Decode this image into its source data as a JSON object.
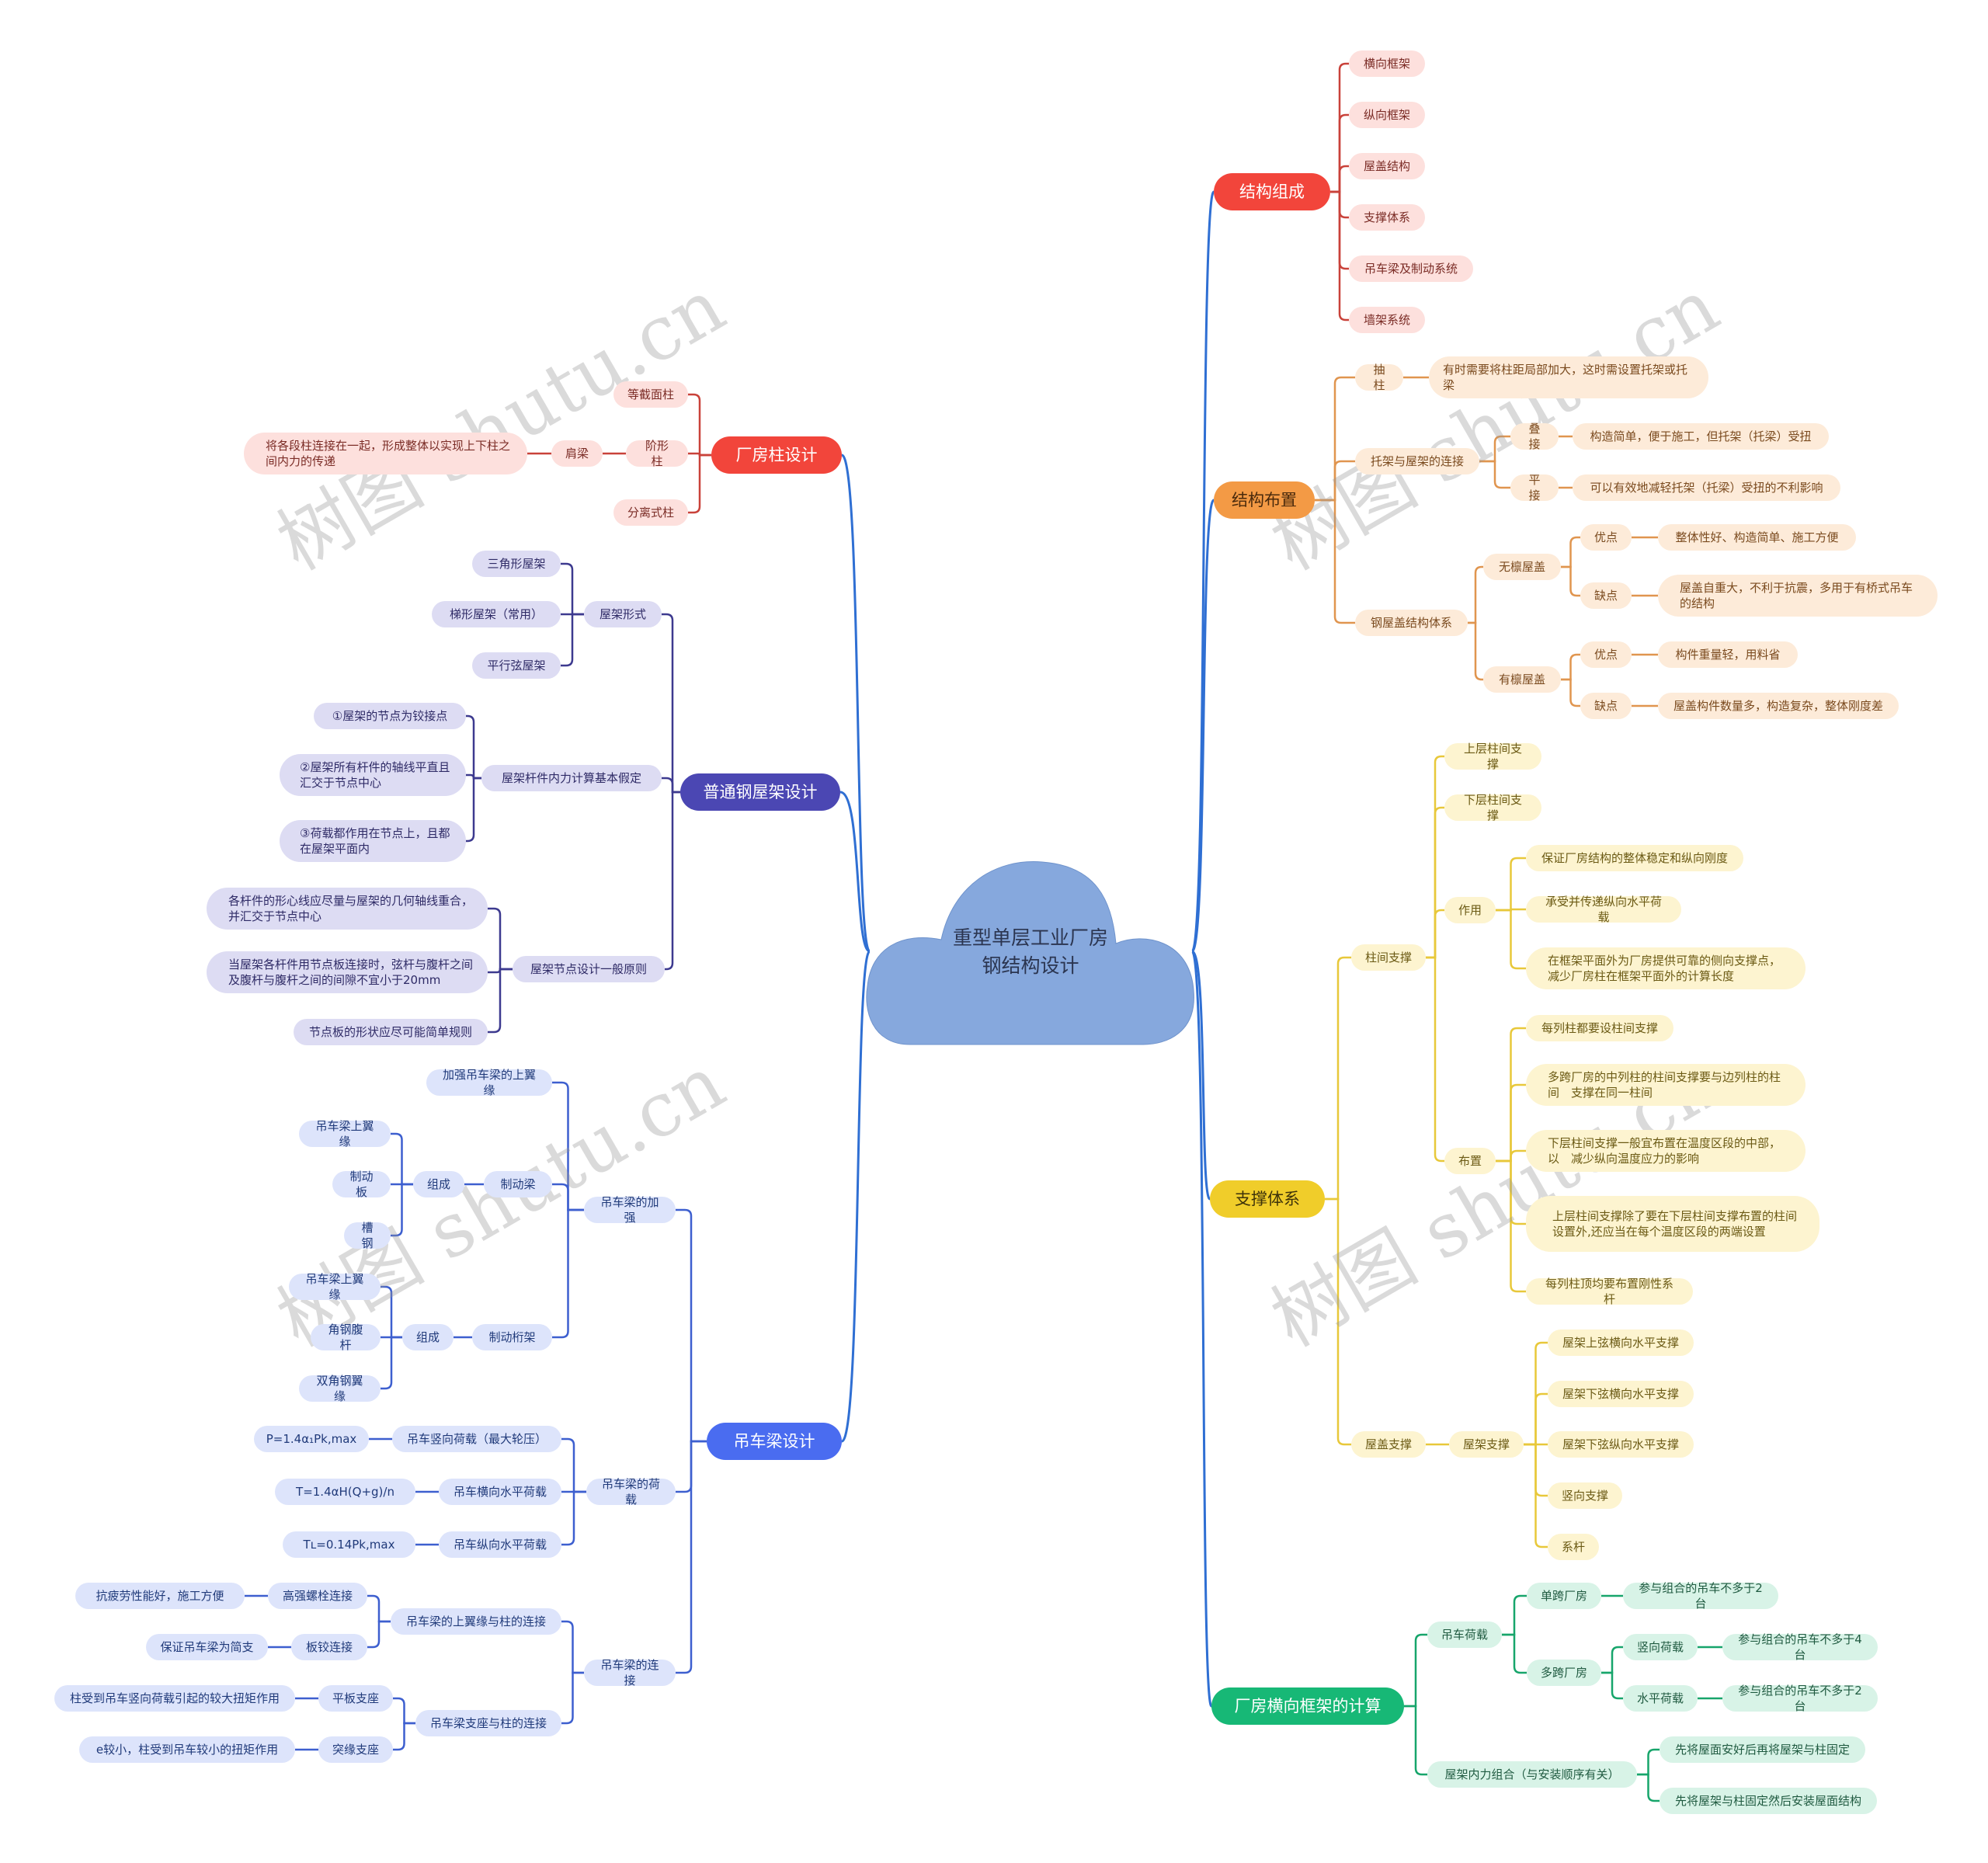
{
  "root": {
    "title": "重型单层工业厂房\n钢结构设计"
  },
  "colors": {
    "root_fill": "#86a8dd",
    "trunk": "#2f6fd3",
    "red": "#f2453b",
    "orange": "#f39a45",
    "yellow": "#f0cd2a",
    "green": "#17b876",
    "indigo": "#4b47b3",
    "blue": "#4a6cf0"
  },
  "watermark": "树图 shutu.cn",
  "branches": {
    "jiegou_zucheng": {
      "label": "结构组成",
      "children": [
        "横向框架",
        "纵向框架",
        "屋盖结构",
        "支撑体系",
        "吊车梁及制动系统",
        "墙架系统"
      ]
    },
    "jiegou_buzhi": {
      "label": "结构布置",
      "chouzhu": {
        "label": "抽柱",
        "desc": "有时需要将柱距局部加大，这时需设置托架或托梁"
      },
      "tuojia": {
        "label": "托架与屋架的连接",
        "diejie": {
          "label": "叠接",
          "desc": "构造简单，便于施工，但托架（托梁）受扭"
        },
        "pingjie": {
          "label": "平接",
          "desc": "可以有效地减轻托架（托梁）受扭的不利影响"
        }
      },
      "gangwugai": {
        "label": "钢屋盖结构体系",
        "wulin": {
          "label": "无檩屋盖",
          "pro_label": "优点",
          "pro": "整体性好、构造简单、施工方便",
          "con_label": "缺点",
          "con": "屋盖自重大，不利于抗震，多用于有桥式吊车的结构"
        },
        "youlin": {
          "label": "有檩屋盖",
          "pro_label": "优点",
          "pro": "构件重量轻，用料省",
          "con_label": "缺点",
          "con": "屋盖构件数量多，构造复杂，整体刚度差"
        }
      }
    },
    "zhicheng": {
      "label": "支撑体系",
      "zhujian": {
        "label": "柱间支撑",
        "upper": "上层柱间支撑",
        "lower": "下层柱间支撑",
        "zuoyong": {
          "label": "作用",
          "items": [
            "保证厂房结构的整体稳定和纵向刚度",
            "承受并传递纵向水平荷载",
            "在框架平面外为厂房提供可靠的侧向支撑点，减少厂房柱在框架平面外的计算长度"
          ]
        },
        "buzhi": {
          "label": "布置",
          "items": [
            "每列柱都要设柱间支撑",
            "多跨厂房的中列柱的柱间支撑要与边列柱的柱间　支撑在同一柱间",
            "下层柱间支撑一般宜布置在温度区段的中部，以　减少纵向温度应力的影响",
            "上层柱间支撑除了要在下层柱间支撑布置的柱间　设置外,还应当在每个温度区段的两端设置",
            "每列柱顶均要布置刚性系杆"
          ]
        }
      },
      "wugai": {
        "label": "屋盖支撑",
        "wujia": {
          "label": "屋架支撑",
          "items": [
            "屋架上弦横向水平支撑",
            "屋架下弦横向水平支撑",
            "屋架下弦纵向水平支撑",
            "竖向支撑",
            "系杆"
          ]
        }
      }
    },
    "hengxiang": {
      "label": "厂房横向框架的计算",
      "diaoche": {
        "label": "吊车荷载",
        "dankua": {
          "label": "单跨厂房",
          "desc": "参与组合的吊车不多于2台"
        },
        "duokua": {
          "label": "多跨厂房",
          "shuxiang": {
            "label": "竖向荷载",
            "desc": "参与组合的吊车不多于4台"
          },
          "shuiping": {
            "label": "水平荷载",
            "desc": "参与组合的吊车不多于2台"
          }
        }
      },
      "wujia_neili": {
        "label": "屋架内力组合（与安装顺序有关）",
        "items": [
          "先将屋面安好后再将屋架与柱固定",
          "先将屋架与柱固定然后安装屋面结构"
        ]
      }
    },
    "changfangzhu": {
      "label": "厂房柱设计",
      "dengjiemian": "等截面柱",
      "jiexing": {
        "label": "阶形柱",
        "jianliang": "肩梁",
        "desc": "将各段柱连接在一起，形成整体以实现上下柱之间内力的传递"
      },
      "fenli": "分离式柱"
    },
    "putong": {
      "label": "普通钢屋架设计",
      "xingshi": {
        "label": "屋架形式",
        "items": [
          "三角形屋架",
          "梯形屋架（常用）",
          "平行弦屋架"
        ]
      },
      "jiading": {
        "label": "屋架杆件内力计算基本假定",
        "items": [
          "①屋架的节点为铰接点",
          "②屋架所有杆件的轴线平直且汇交于节点中心",
          "③荷载都作用在节点上，且都在屋架平面内"
        ]
      },
      "jiedian": {
        "label": "屋架节点设计一般原则",
        "items": [
          "各杆件的形心线应尽量与屋架的几何轴线重合，并汇交于节点中心",
          "当屋架各杆件用节点板连接时，弦杆与腹杆之间及腹杆与腹杆之间的间隙不宜小于20mm",
          "节点板的形状应尽可能简单规则"
        ]
      }
    },
    "diaocheliang": {
      "label": "吊车梁设计",
      "jiaqiang": {
        "label": "吊车梁的加强",
        "top": "加强吊车梁的上翼缘",
        "zhidongliang": {
          "label": "制动梁",
          "zucheng": "组成",
          "items": [
            "吊车梁上翼缘",
            "制动板",
            "槽钢"
          ]
        },
        "zhidonghengjia": {
          "label": "制动桁架",
          "zucheng": "组成",
          "items": [
            "吊车梁上翼缘",
            "角钢腹杆",
            "双角钢翼缘"
          ]
        }
      },
      "hezai": {
        "label": "吊车梁的荷载",
        "items": [
          {
            "label": "吊车竖向荷载（最大轮压）",
            "formula": "P=1.4α₁Pk,max"
          },
          {
            "label": "吊车横向水平荷载",
            "formula": "T=1.4αH(Q+g)/n"
          },
          {
            "label": "吊车纵向水平荷载",
            "formula": "Tʟ=0.14Pk,max"
          }
        ]
      },
      "lianjie": {
        "label": "吊车梁的连接",
        "shangyiyuan": {
          "label": "吊车梁的上翼缘与柱的连接",
          "items": [
            {
              "label": "高强螺栓连接",
              "desc": "抗疲劳性能好，施工方便"
            },
            {
              "label": "板铰连接",
              "desc": "保证吊车梁为简支"
            }
          ]
        },
        "zhizuo": {
          "label": "吊车梁支座与柱的连接",
          "items": [
            {
              "label": "平板支座",
              "desc": "柱受到吊车竖向荷载引起的较大扭矩作用"
            },
            {
              "label": "突缘支座",
              "desc": "e较小，柱受到吊车较小的扭矩作用"
            }
          ]
        }
      }
    }
  }
}
